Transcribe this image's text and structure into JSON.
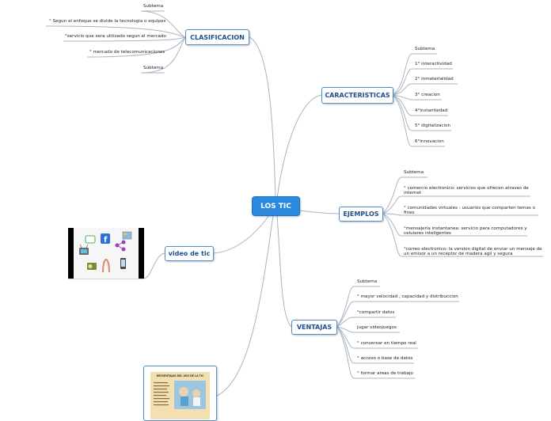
{
  "root": {
    "label": "LOS TIC"
  },
  "clasificacion": {
    "label": "CLASIFICACION",
    "items": [
      "Subtema",
      "° Segun el enfoque se divide la tecnologia o equipos",
      "°servicio que sera utilizado segun el mercado",
      "° mercado de telecomunicaciones",
      "Subtema"
    ]
  },
  "caracteristicas": {
    "label": "CARACTERISTICAS",
    "items": [
      "Subtema",
      "1° interactividad",
      "2° inmaterialidad",
      "3° creacion",
      "4°instantiedad",
      "5° digitalizacion",
      "6°innovacion"
    ]
  },
  "ejemplos": {
    "label": "EJEMPLOS",
    "items": [
      "Subtema",
      "° comercio electronico: servicios que ofrecen atraves de internet",
      "° comunidades virtuales : usuarios que comparten temas o fines",
      "°mensajeria instantanea: servicio para computadores y celulares inteligentes",
      "°correo electronico: la version digital de enviar un mensaje de un emisor a un receptor de madera agil y segura"
    ]
  },
  "ventajas": {
    "label": "VENTAJAS",
    "items": [
      "Subtema",
      "° mayor velocidad , capacidad y distribuccion",
      "°compartir datos",
      "jugar videojuegos",
      "° conversar en tiempo real",
      "° acceso o base de datos",
      "° formar areas de trabajo"
    ]
  },
  "video": {
    "label": "video de tic"
  },
  "poster": {
    "title": "DESVENTAJAS DEL USO DE LA TIC"
  },
  "colors": {
    "line": "#a9b5c4",
    "node_border": "#4d8fce",
    "root_fill": "#2a8ae0",
    "node_text": "#1f4e8c"
  }
}
